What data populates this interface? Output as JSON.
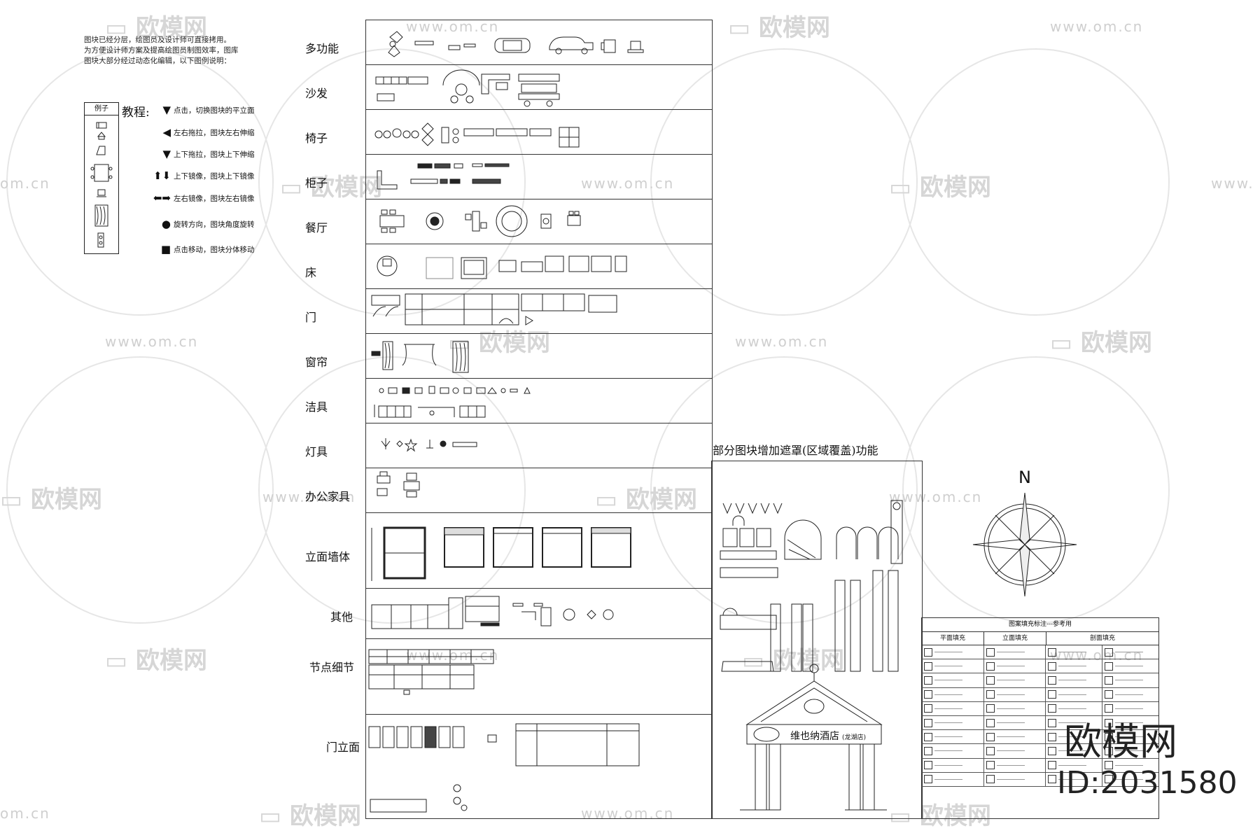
{
  "intro": {
    "line1": "图块已经分层，绘图员及设计师可直接拷用。",
    "line2": "为方便设计师方案及提高绘图员制图效率，图库",
    "line3": "图块大部分经过动态化编辑，以下图例说明："
  },
  "legend": {
    "header": "例子"
  },
  "tutorial": {
    "title": "教程:",
    "rows": [
      {
        "glyph": "▼",
        "text": "点击，切换图块的平立面"
      },
      {
        "glyph": "◀",
        "text": "左右拖拉，图块左右伸缩"
      },
      {
        "glyph": "▼",
        "text": "上下拖拉，图块上下伸缩"
      },
      {
        "glyph": "⬆⬇",
        "text": "上下镜像，图块上下镜像"
      },
      {
        "glyph": "⬅➡",
        "text": "左右镜像，图块左右镜像"
      },
      {
        "glyph": "●",
        "text": "旋转方向，图块角度旋转"
      },
      {
        "glyph": "■",
        "text": "点击移动，图块分体移动"
      }
    ]
  },
  "categories": [
    "多功能",
    "沙发",
    "椅子",
    "柜子",
    "餐厅",
    "床",
    "门",
    "窗帘",
    "洁具",
    "灯具",
    "办公家具",
    "立面墙体",
    "其他",
    "节点细节",
    "门立面"
  ],
  "mask_section": {
    "title": "部分图块增加遮罩(区域覆盖)功能"
  },
  "hotel_sign": {
    "name": "维也纳酒店",
    "branch": "(龙湖店)"
  },
  "compass": {
    "north": "N"
  },
  "fill_table": {
    "title": "图案填充标注---参考用",
    "headers": [
      "平面填充",
      "立面填充",
      "剖面填充"
    ],
    "rows": 10
  },
  "watermark": {
    "brand": "欧模网",
    "url": "www.om.cn",
    "url_partial": "om.cn",
    "id": "ID:2031580"
  }
}
